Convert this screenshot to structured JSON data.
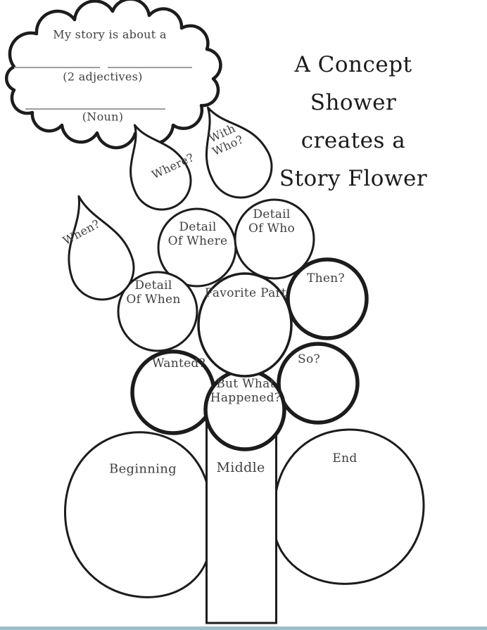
{
  "worksheet": {
    "title_lines": [
      "A Concept Shower",
      "creates a",
      "Story Flower"
    ],
    "cloud": {
      "prompt": "My story is about a",
      "blank1_hint": "(2 adjectives)",
      "blank2_hint": "(Noun)"
    },
    "raindrops": {
      "where": "Where?",
      "with_who": "With\nWho?",
      "when": "When?"
    },
    "flower": {
      "center": "Favorite Part",
      "petal_detail_where": "Detail\nOf Where",
      "petal_detail_who": "Detail\nOf Who",
      "petal_then": "Then?",
      "petal_detail_when": "Detail\nOf When",
      "petal_wanted": "Wanted?",
      "petal_so": "So?",
      "petal_but_what": "But What\nHappened?"
    },
    "tree": {
      "left_leaf": "Beginning",
      "stem": "Middle",
      "right_leaf": "End"
    }
  },
  "colors": {
    "ink": "#1c1c1c",
    "label_text": "#3f3f3f",
    "page": "#ffffff",
    "blank_line": "#9e9e9e",
    "bottom_edge": "#7fa8b5"
  }
}
